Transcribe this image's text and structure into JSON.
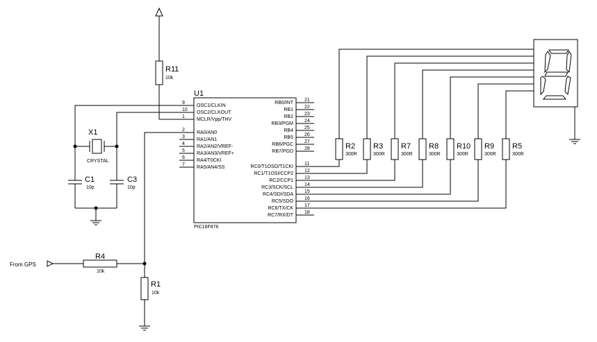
{
  "schematic": {
    "mcu": {
      "ref": "U1",
      "part": "PIC16F876",
      "left_pins": [
        {
          "num": "9",
          "name": "OSC1/CLKIN"
        },
        {
          "num": "10",
          "name": "OSC2/CLKOUT"
        },
        {
          "num": "1",
          "name": "MCLR/Vpp/THV"
        },
        {
          "num": "2",
          "name": "RA0/AN0"
        },
        {
          "num": "3",
          "name": "RA1/AN1"
        },
        {
          "num": "4",
          "name": "RA2/AN2/VREF-"
        },
        {
          "num": "5",
          "name": "RA3/AN3/VREF+"
        },
        {
          "num": "6",
          "name": "RA4/T0CKI"
        },
        {
          "num": "7",
          "name": "RA5/AN4/SS"
        }
      ],
      "right_pins": [
        {
          "num": "21",
          "name": "RB0/INT"
        },
        {
          "num": "22",
          "name": "RB1"
        },
        {
          "num": "23",
          "name": "RB2"
        },
        {
          "num": "24",
          "name": "RB3/PGM"
        },
        {
          "num": "25",
          "name": "RB4"
        },
        {
          "num": "26",
          "name": "RB5"
        },
        {
          "num": "27",
          "name": "RB6/PGC"
        },
        {
          "num": "28",
          "name": "RB7/PGD"
        },
        {
          "num": "11",
          "name": "RC0/T1OSO/T1CKI"
        },
        {
          "num": "12",
          "name": "RC1/T1OSI/CCP2"
        },
        {
          "num": "13",
          "name": "RC2/CCP1"
        },
        {
          "num": "14",
          "name": "RC3/SCK/SCL"
        },
        {
          "num": "15",
          "name": "RC4/SDI/SDA"
        },
        {
          "num": "16",
          "name": "RC5/SDO"
        },
        {
          "num": "17",
          "name": "RC6/TX/CK"
        },
        {
          "num": "18",
          "name": "RC7/RX/DT"
        }
      ]
    },
    "segment_resistors": [
      {
        "ref": "R2",
        "value": "300R"
      },
      {
        "ref": "R3",
        "value": "300R"
      },
      {
        "ref": "R7",
        "value": "300R"
      },
      {
        "ref": "R8",
        "value": "300R"
      },
      {
        "ref": "R10",
        "value": "300R"
      },
      {
        "ref": "R9",
        "value": "300R"
      },
      {
        "ref": "R5",
        "value": "300R"
      }
    ],
    "r11": {
      "ref": "R11",
      "value": "10k"
    },
    "r4": {
      "ref": "R4",
      "value": "10k"
    },
    "r1": {
      "ref": "R1",
      "value": "10k"
    },
    "crystal": {
      "ref": "X1",
      "value": "CRYSTAL"
    },
    "c1": {
      "ref": "C1",
      "value": "10p"
    },
    "c3": {
      "ref": "C3",
      "value": "10p"
    },
    "gps_port": {
      "label": "From GPS"
    }
  }
}
